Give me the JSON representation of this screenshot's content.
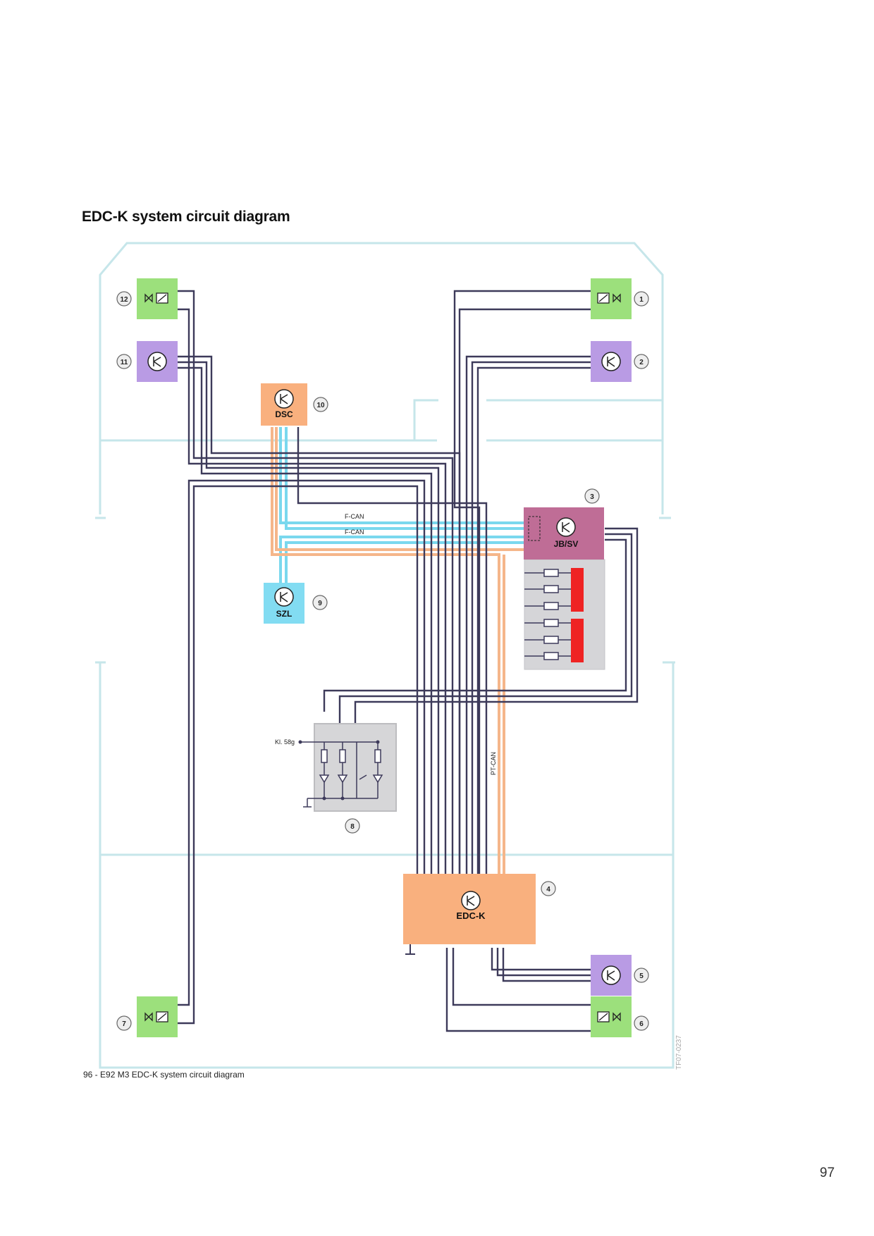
{
  "page": {
    "heading": "EDC-K system circuit diagram",
    "caption": "96 -   E92 M3 EDC-K system circuit diagram",
    "page_number": "97",
    "figure_code": "TF07-0237"
  },
  "colors": {
    "wire": "#3d3a5a",
    "can_f": "#7ad8ee",
    "can_pt": "#f5b68a",
    "frame": "#c6e6ea",
    "damper_valve": "#9ce07c",
    "sensor": "#b99be4",
    "control_orange": "#f9b07e",
    "szl": "#82dcf2",
    "jbsv": "#bf6d96",
    "fuse_panel": "#d5d5d8",
    "fuse_red": "#ef2323",
    "switch_box": "#d6d6d8"
  },
  "diagram": {
    "numbers": {
      "n1": "1",
      "n2": "2",
      "n3": "3",
      "n4": "4",
      "n5": "5",
      "n6": "6",
      "n7": "7",
      "n8": "8",
      "n9": "9",
      "n10": "10",
      "n11": "11",
      "n12": "12"
    },
    "labels": {
      "dsc": "DSC",
      "szl": "SZL",
      "jbsv": "JB/SV",
      "edck": "EDC-K",
      "fcan1": "F-CAN",
      "fcan2": "F-CAN",
      "ptcan": "PT-CAN",
      "kl58g": "Kl. 58g"
    }
  }
}
